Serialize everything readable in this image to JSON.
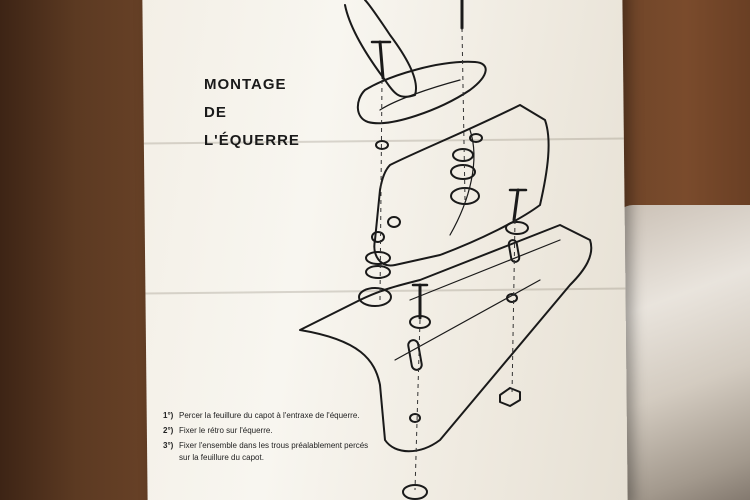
{
  "title": {
    "line1": "MONTAGE",
    "line2": "DE",
    "line3": "L'ÉQUERRE"
  },
  "steps": [
    {
      "number": "1°)",
      "text": "Percer la feuillure du capot à l'entraxe de l'équerre."
    },
    {
      "number": "2°)",
      "text": "Fixer le rétro sur l'équerre."
    },
    {
      "number": "3°)",
      "text": "Fixer l'ensemble dans les trous préalablement percés sur la feuillure du capot."
    }
  ],
  "colors": {
    "paper": "#f3efe6",
    "ink": "#1a1a1a",
    "cardboard": "#5c3a22"
  }
}
